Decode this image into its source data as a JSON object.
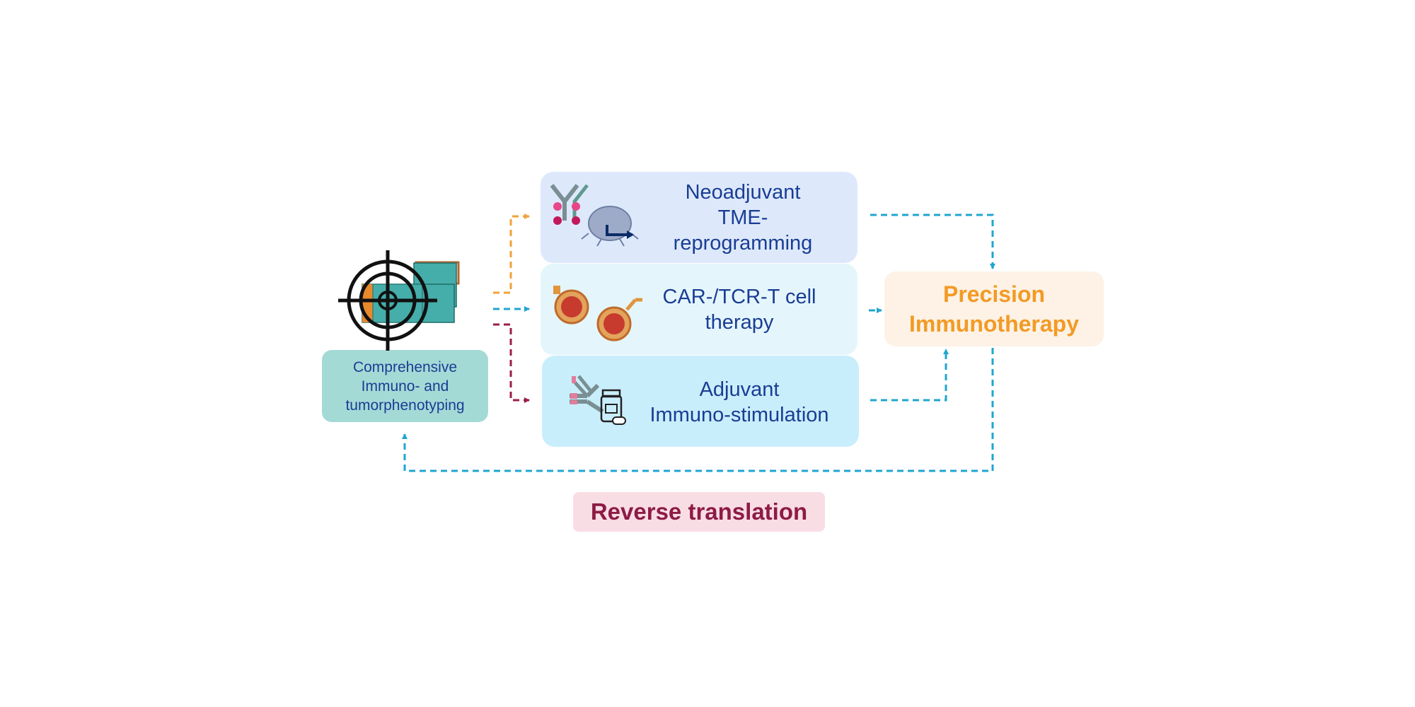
{
  "diagnostics": {
    "label": "Comprehensive\nImmuno- and\ntumorphenotyping"
  },
  "therapies": [
    {
      "label": "Neoadjuvant\nTME-\nreprogramming"
    },
    {
      "label": "CAR-/TCR-T cell\ntherapy"
    },
    {
      "label": "Adjuvant\nImmuno-stimulation"
    }
  ],
  "outcome": {
    "label": "Precision\nImmunotherapy"
  },
  "feedback": {
    "label": "Reverse translation"
  },
  "icons": {
    "diagnostics": "target-crosshair-icon",
    "neoadjuvant": [
      "antibody-icon",
      "macrophage-icon"
    ],
    "car_tcr": [
      "car-t-cell-icon",
      "t-cell-icon"
    ],
    "adjuvant": [
      "antibodies-icon",
      "medication-bottle-icon"
    ]
  },
  "colors": {
    "orange_arrow": "#f0a23a",
    "cyan_arrow": "#1fa6cf",
    "crimson_arrow": "#9b1f44",
    "text_blue": "#1a3d94",
    "precision_orange": "#f39a25",
    "reverse_red": "#8d1b45"
  }
}
